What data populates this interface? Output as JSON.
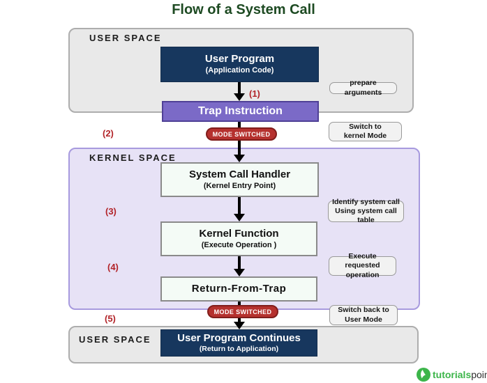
{
  "title": "Flow of a System Call",
  "regions": {
    "user_space_top": "USER SPACE",
    "kernel_space": "KERNEL SPACE",
    "user_space_bottom": "USER SPACE"
  },
  "nodes": {
    "user_program": {
      "title": "User Program",
      "subtitle": "(Application Code)"
    },
    "trap_instruction": {
      "title": "Trap Instruction"
    },
    "system_call_handler": {
      "title": "System Call Handler",
      "subtitle": "(Kernel Entry Point)"
    },
    "kernel_function": {
      "title": "Kernel Function",
      "subtitle": "(Execute Operation )"
    },
    "return_from_trap": {
      "title": "Return-From-Trap"
    },
    "user_program_continues": {
      "title": "User Program Continues",
      "subtitle": "(Return to Application)"
    }
  },
  "badges": {
    "mode_switched_top": "MODE SWITCHED",
    "mode_switched_bottom": "MODE SWITCHED"
  },
  "step_numbers": [
    "(1)",
    "(2)",
    "(3)",
    "(4)",
    "(5)"
  ],
  "annotations": {
    "prepare_arguments": {
      "line1": "prepare arguments"
    },
    "switch_to_kernel": {
      "line1": "Switch to",
      "line2": "kernel Mode"
    },
    "identify_syscall": {
      "line1": "Identify system call",
      "line2": "Using system call table"
    },
    "execute_requested": {
      "line1": "Execute requested",
      "line2": "operation"
    },
    "switch_back": {
      "line1": "Switch back to",
      "line2": "User Mode"
    }
  },
  "logo": {
    "text_primary": "tutorials",
    "text_secondary": "point"
  },
  "colors": {
    "title_green": "#1d4a22",
    "navy_box": "#17375e",
    "purple_box": "#7b6ac7",
    "badge_red": "#b5312e",
    "step_number_red": "#b22328",
    "kernel_region_bg": "#e7e2f6",
    "user_region_bg": "#e9e9e9",
    "handler_box_bg": "#f4fbf6",
    "logo_green": "#3cb54a"
  }
}
